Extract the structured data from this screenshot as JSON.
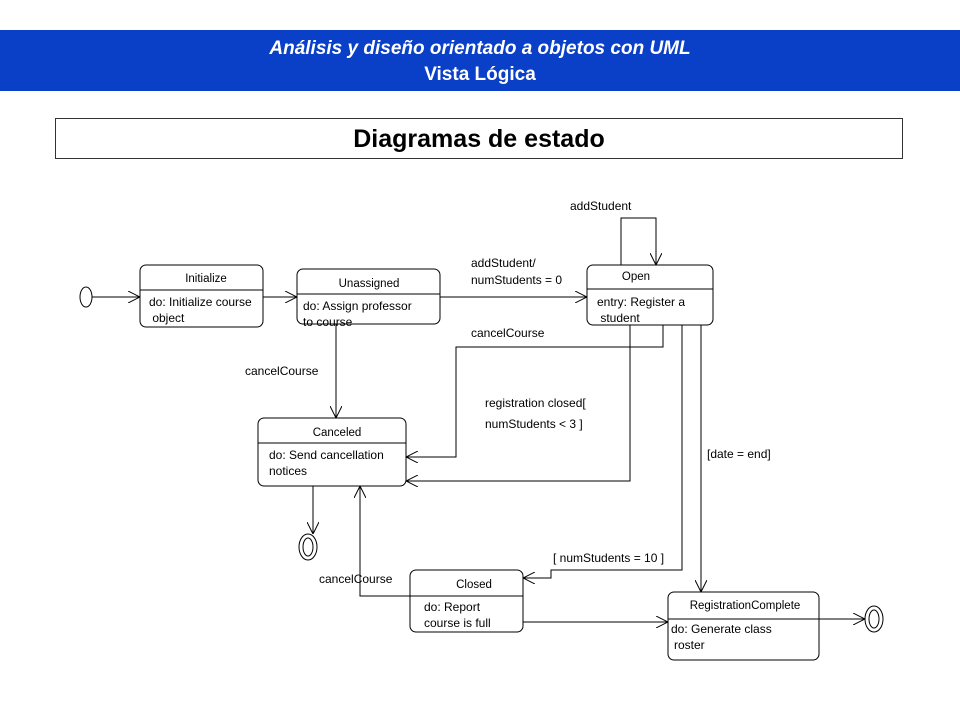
{
  "header": {
    "line1": "Análisis y diseño orientado a objetos con UML",
    "line2": "Vista Lógica"
  },
  "title": "Diagramas de estado",
  "states": {
    "initialize": {
      "name": "Initialize",
      "activity1": "do: Initialize course",
      "activity2": " object"
    },
    "unassigned": {
      "name": "Unassigned",
      "activity1": "do: Assign professor",
      "activity2": "to course"
    },
    "open": {
      "name": "Open",
      "activity1": "entry: Register a",
      "activity2": " student"
    },
    "canceled": {
      "name": "Canceled",
      "activity1": "do: Send cancellation",
      "activity2": "notices"
    },
    "closed": {
      "name": "Closed",
      "activity1": "do: Report",
      "activity2": "course is full"
    },
    "registration_complete": {
      "name": "RegistrationComplete",
      "activity1": "do: Generate class",
      "activity2": "roster"
    }
  },
  "transitions": {
    "self_open": "addStudent",
    "unassigned_to_open_1": "addStudent/",
    "unassigned_to_open_2": "numStudents = 0",
    "unassigned_to_canceled": "cancelCourse",
    "open_to_canceled": "cancelCourse",
    "registration_closed_1": "registration  closed[",
    "registration_closed_2": "numStudents < 3 ]",
    "date_end": "[date = end]",
    "num_students_10": "[ numStudents = 10 ]",
    "closed_to_canceled": "cancelCourse"
  },
  "colors": {
    "banner": "#0a3fc8",
    "line": "#000000"
  }
}
